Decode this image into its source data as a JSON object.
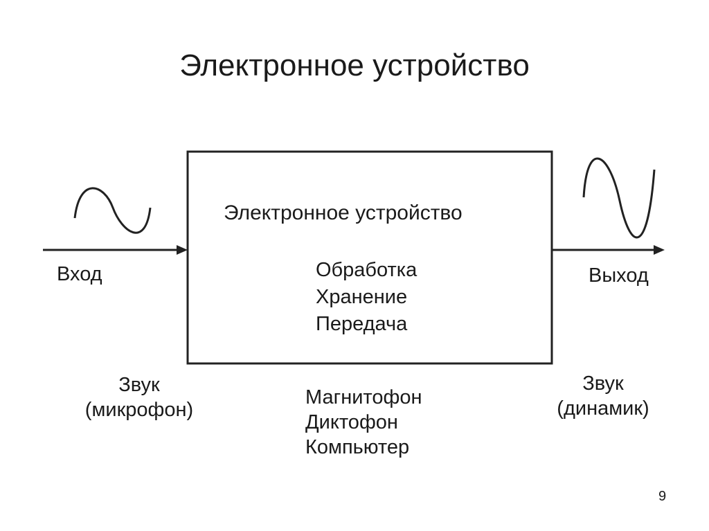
{
  "title": "Электронное устройство",
  "box": {
    "title": "Электронное устройство",
    "functions": [
      "Обработка",
      "Хранение",
      "Передача"
    ]
  },
  "input": {
    "label": "Вход",
    "source": [
      "Звук",
      "(микрофон)"
    ]
  },
  "output": {
    "label": "Выход",
    "target": [
      "Звук",
      "(динамик)"
    ]
  },
  "examples": [
    "Магнитофон",
    "Диктофон",
    "Компьютер"
  ],
  "page_number": "9"
}
